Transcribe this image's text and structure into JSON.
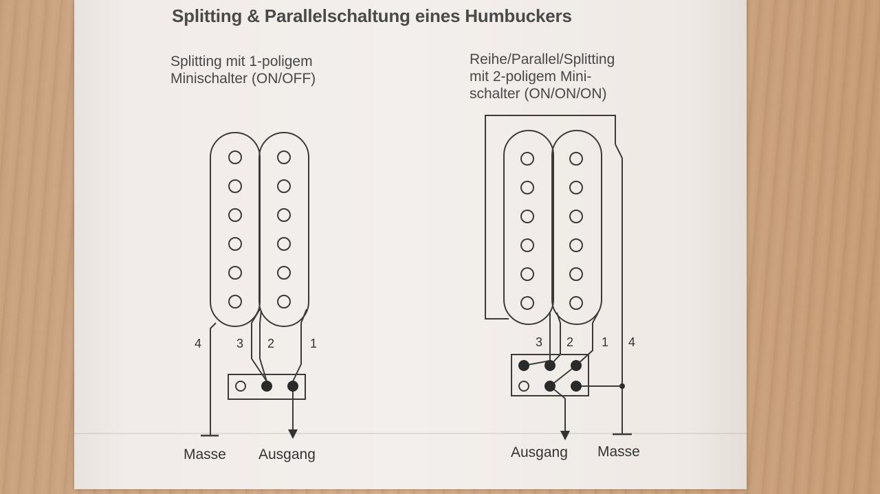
{
  "title": "Splitting & Parallelschaltung eines Humbuckers",
  "left": {
    "subtitle": "Splitting mit 1-poligem\nMinischalter (ON/OFF)",
    "wire_numbers": [
      "4",
      "3",
      "2",
      "1"
    ],
    "ground_label": "Masse",
    "output_label": "Ausgang"
  },
  "right": {
    "subtitle": "Reihe/Parallel/Splitting\nmit 2-poligem Mini-\nschalter (ON/ON/ON)",
    "wire_numbers": [
      "3",
      "2",
      "1",
      "4"
    ],
    "output_label": "Ausgang",
    "ground_label": "Masse"
  },
  "colors": {
    "ink": "#333333",
    "paper": "#f2eeeb",
    "wood": "#c9a27e"
  }
}
